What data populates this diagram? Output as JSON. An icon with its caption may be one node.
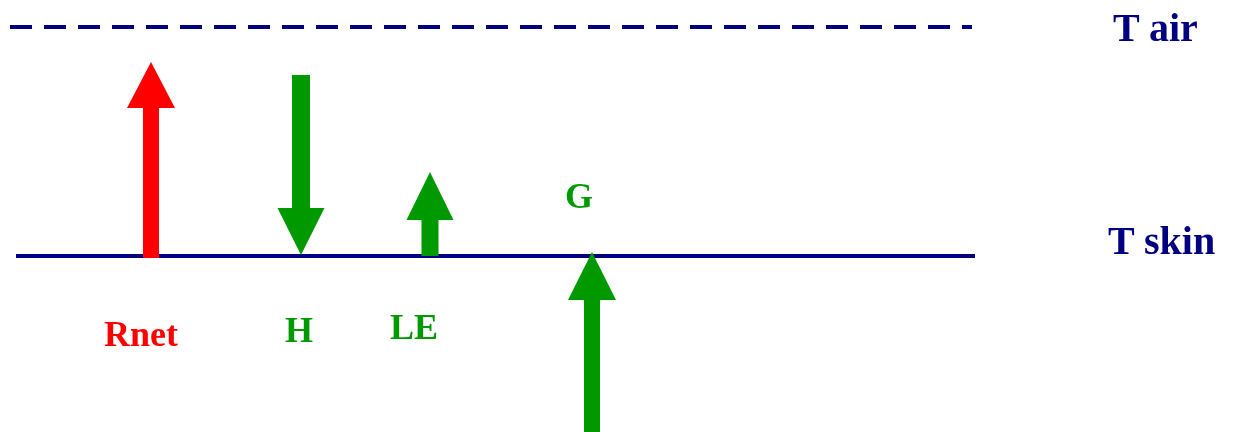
{
  "diagram": {
    "labels": [
      "T air",
      "T skin",
      "G",
      "Rnet",
      "H",
      "LE"
    ]
  }
}
